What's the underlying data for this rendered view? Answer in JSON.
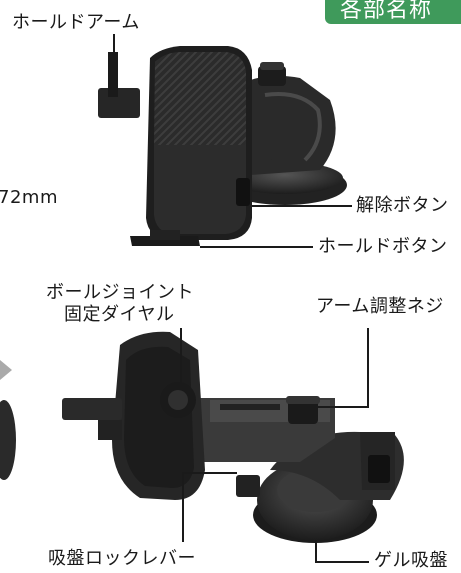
{
  "section_title": "各部名称",
  "labels": {
    "hold_arm": "ホールドアーム",
    "width_partial": "72mm",
    "release_button": "解除ボタン",
    "hold_button": "ホールドボタン",
    "ball_joint_line1": "ボールジョイント",
    "ball_joint_line2": "固定ダイヤル",
    "arm_adjust_screw": "アーム調整ネジ",
    "suction_lock_lever": "吸盤ロックレバー",
    "gel_suction": "ゲル吸盤"
  },
  "colors": {
    "badge_green": "#3f9a5b",
    "device_dark": "#2a2a2a",
    "device_mid": "#3a3a3a",
    "line": "#1a1a1a"
  }
}
